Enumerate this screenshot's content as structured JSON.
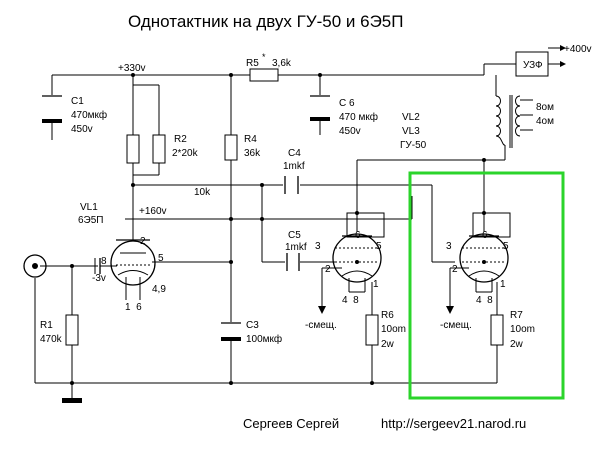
{
  "title": "Однотактник на двух ГУ-50 и 6Э5П",
  "footer": {
    "author": "Сергеев Сергей",
    "url": "http://sergeev21.narod.ru"
  },
  "rails": {
    "v330": "+330v",
    "v400": "+400v",
    "v160": "+160v"
  },
  "parts": {
    "c1_name": "C1",
    "c1_val": "470мкф",
    "c1_volt": "450v",
    "r2_name": "R2",
    "r2_val": "2*20k",
    "r5_name": "R5",
    "r5_star": "*",
    "r5_val": "3,6k",
    "c6_name": "C 6",
    "c6_val": "470 мкф",
    "c6_volt": "450v",
    "r4_name": "R4",
    "r4_val": "36k",
    "k10": "10k",
    "c4_name": "C4",
    "c4_val": "1mkf",
    "c5_name": "C5",
    "c5_val": "1mkf",
    "vl1_name": "VL1",
    "vl1_type": "6Э5П",
    "vl23_a": "VL2",
    "vl23_b": "VL3",
    "vl23_type": "ГУ-50",
    "uzf": "УЗФ",
    "om8": "8ом",
    "om4": "4ом",
    "r1_name": "R1",
    "r1_val": "470k",
    "c3_name": "C3",
    "c3_val": "100мкф",
    "r6_name": "R6",
    "r6_val": "10om",
    "r6_w": "2w",
    "r7_name": "R7",
    "r7_val": "10om",
    "r7_w": "2w",
    "bias": "-смещ.",
    "neg3v": "-3v",
    "vl1_pins": {
      "p2": "2",
      "p5": "5",
      "p8": "8",
      "p49": "4,9",
      "p16": "1  6"
    },
    "vl2_pins": {
      "p3": "3",
      "p6": "6",
      "p5": "5",
      "p2": "2",
      "p1": "1",
      "p48": "4  8"
    },
    "vl3_pins": {
      "p3": "3",
      "p6": "6",
      "p5": "5",
      "p2": "2",
      "p1": "1",
      "p48": "4  8"
    }
  },
  "colors": {
    "highlight": "#2bd42b",
    "ink": "#000000"
  }
}
